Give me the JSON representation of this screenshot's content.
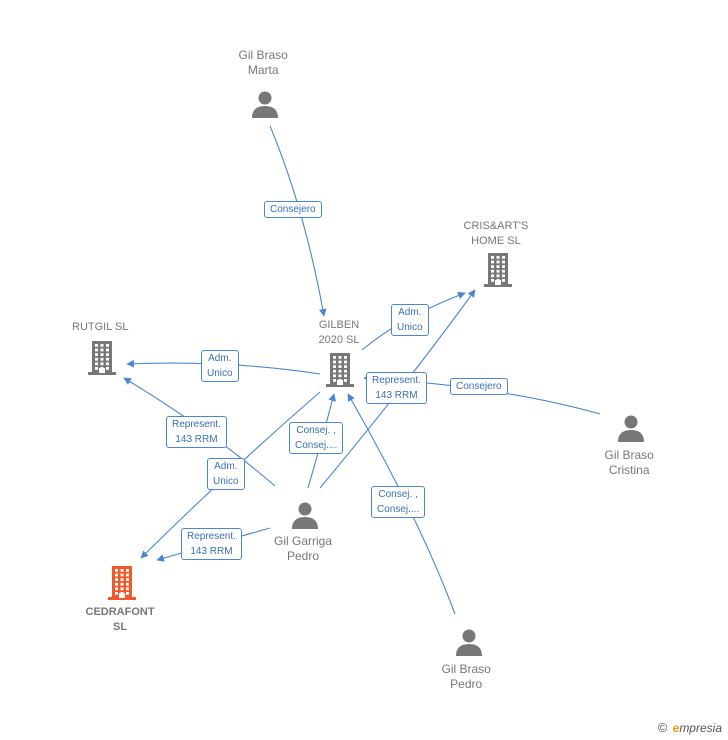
{
  "colors": {
    "edge": "#4a86d4",
    "person_icon": "#777777",
    "company_icon": "#777777",
    "highlight_icon": "#f05a2a"
  },
  "nodes": [
    {
      "id": "marta",
      "kind": "person",
      "label_lines": [
        "Gil Braso",
        "Marta"
      ]
    },
    {
      "id": "crisart",
      "kind": "company",
      "label_lines": [
        "CRIS&ART'S",
        "HOME  SL"
      ]
    },
    {
      "id": "rutgil",
      "kind": "company",
      "label_lines": [
        "RUTGIL SL"
      ]
    },
    {
      "id": "gilben",
      "kind": "company",
      "label_lines": [
        "GILBEN",
        "2020  SL"
      ]
    },
    {
      "id": "cristina",
      "kind": "person",
      "label_lines": [
        "Gil Braso",
        "Cristina"
      ]
    },
    {
      "id": "garriga",
      "kind": "person",
      "label_lines": [
        "Gil Garriga",
        "Pedro"
      ]
    },
    {
      "id": "cedrafont",
      "kind": "company",
      "highlight": true,
      "label_lines": [
        "CEDRAFONT",
        "SL"
      ]
    },
    {
      "id": "pedro",
      "kind": "person",
      "label_lines": [
        "Gil Braso",
        "Pedro"
      ]
    }
  ],
  "edges": [
    {
      "id": "e1",
      "label_lines": [
        "Consejero"
      ]
    },
    {
      "id": "e2",
      "label_lines": [
        "Adm.",
        "Unico"
      ]
    },
    {
      "id": "e3",
      "label_lines": [
        "Adm.",
        "Unico"
      ]
    },
    {
      "id": "e4",
      "label_lines": [
        "Represent.",
        "143 RRM"
      ]
    },
    {
      "id": "e5",
      "label_lines": [
        "Consejero"
      ]
    },
    {
      "id": "e6",
      "label_lines": [
        "Represent.",
        "143 RRM"
      ]
    },
    {
      "id": "e7",
      "label_lines": [
        "Consej. ,",
        "Consej...."
      ]
    },
    {
      "id": "e8",
      "label_lines": [
        "Adm.",
        "Unico"
      ]
    },
    {
      "id": "e9",
      "label_lines": [
        "Consej. ,",
        "Consej...."
      ]
    },
    {
      "id": "e10",
      "label_lines": [
        "Represent.",
        "143 RRM"
      ]
    }
  ],
  "footer": {
    "copyright": "©",
    "brand_initial": "e",
    "brand_rest": "mpresia"
  }
}
